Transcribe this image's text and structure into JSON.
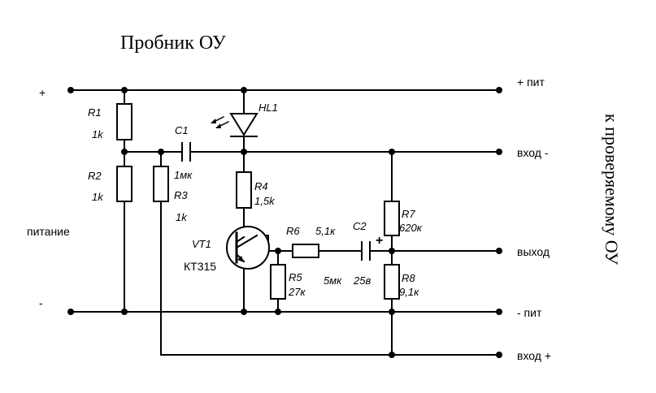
{
  "title": "Пробник ОУ",
  "side_label": "к проверяемому ОУ",
  "terminals": {
    "plus": "+",
    "minus": "-",
    "power": "питание",
    "plus_pit": "+ пит",
    "vhod_minus": "вход -",
    "vyhod": "выход",
    "minus_pit": "- пит",
    "vhod_plus": "вход +"
  },
  "components": {
    "r1": {
      "name": "R1",
      "value": "1k"
    },
    "r2": {
      "name": "R2",
      "value": "1k"
    },
    "r3": {
      "name": "R3",
      "value": "1k"
    },
    "r4": {
      "name": "R4",
      "value": "1,5k"
    },
    "r5": {
      "name": "R5",
      "value": "27к"
    },
    "r6": {
      "name": "R6",
      "value": "5,1к"
    },
    "r7": {
      "name": "R7",
      "value": "620к"
    },
    "r8": {
      "name": "R8",
      "value": "9,1к"
    },
    "c1": {
      "name": "C1",
      "value": "1мк"
    },
    "c2": {
      "name": "C2",
      "capacitance": "5мк",
      "voltage": "25в",
      "polarity": "+"
    },
    "hl1": {
      "name": "HL1"
    },
    "vt1": {
      "name": "VT1",
      "type": "КТ315"
    }
  }
}
